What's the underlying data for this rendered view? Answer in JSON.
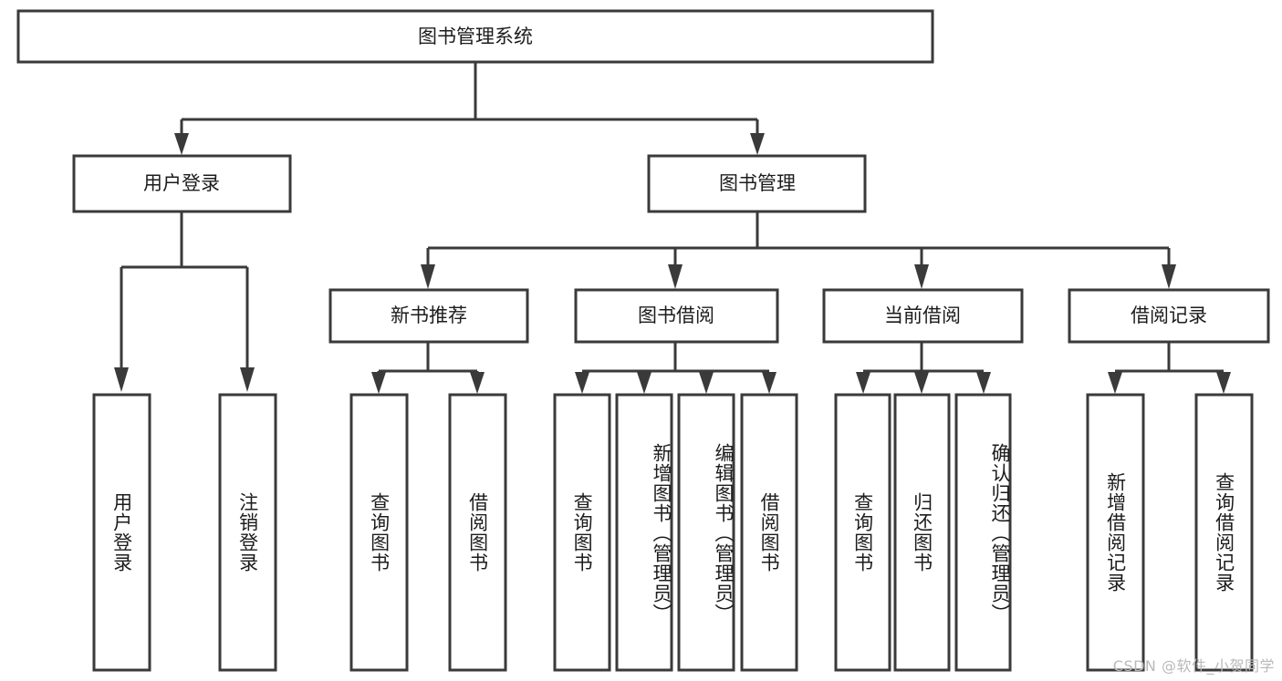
{
  "diagram": {
    "type": "tree-hierarchy-chart",
    "title": "图书管理系统",
    "background_color": "#ffffff",
    "line_color": "#3a3a3a",
    "text_color": "#1c1c1c",
    "levels": 4
  },
  "nodes": {
    "root": {
      "label": "图书管理系统",
      "orientation": "horizontal"
    },
    "level2": [
      {
        "id": "user-login",
        "label": "用户登录",
        "orientation": "horizontal"
      },
      {
        "id": "book-manage",
        "label": "图书管理",
        "orientation": "horizontal"
      }
    ],
    "level3": [
      {
        "id": "new-book-recommend",
        "label": "新书推荐",
        "orientation": "horizontal"
      },
      {
        "id": "book-borrow",
        "label": "图书借阅",
        "orientation": "horizontal"
      },
      {
        "id": "current-borrow",
        "label": "当前借阅",
        "orientation": "horizontal"
      },
      {
        "id": "borrow-record",
        "label": "借阅记录",
        "orientation": "horizontal"
      }
    ],
    "leaves": [
      {
        "id": "leaf-user-login",
        "label": "用户登录",
        "parent": "user-login",
        "orientation": "vertical"
      },
      {
        "id": "leaf-logout-login",
        "label": "注销登录",
        "parent": "user-login",
        "orientation": "vertical"
      },
      {
        "id": "leaf-query-book-1",
        "label": "查询图书",
        "parent": "new-book-recommend",
        "orientation": "vertical"
      },
      {
        "id": "leaf-borrow-book-1",
        "label": "借阅图书",
        "parent": "new-book-recommend",
        "orientation": "vertical"
      },
      {
        "id": "leaf-query-book-2",
        "label": "查询图书",
        "parent": "book-borrow",
        "orientation": "vertical"
      },
      {
        "id": "leaf-add-book",
        "label": "新增图书（管理员）",
        "parent": "book-borrow",
        "orientation": "vertical"
      },
      {
        "id": "leaf-edit-book",
        "label": "编辑图书（管理员）",
        "parent": "book-borrow",
        "orientation": "vertical"
      },
      {
        "id": "leaf-borrow-book-2",
        "label": "借阅图书",
        "parent": "book-borrow",
        "orientation": "vertical"
      },
      {
        "id": "leaf-query-book-3",
        "label": "查询图书",
        "parent": "current-borrow",
        "orientation": "vertical"
      },
      {
        "id": "leaf-return-book",
        "label": "归还图书",
        "parent": "current-borrow",
        "orientation": "vertical"
      },
      {
        "id": "leaf-confirm-return",
        "label": "确认归还（管理员）",
        "parent": "current-borrow",
        "orientation": "vertical"
      },
      {
        "id": "leaf-add-record",
        "label": "新增借阅记录",
        "parent": "borrow-record",
        "orientation": "vertical"
      },
      {
        "id": "leaf-query-record",
        "label": "查询借阅记录",
        "parent": "borrow-record",
        "orientation": "vertical"
      }
    ]
  },
  "watermark": {
    "text": "CSDN @软件_小贺同学"
  }
}
